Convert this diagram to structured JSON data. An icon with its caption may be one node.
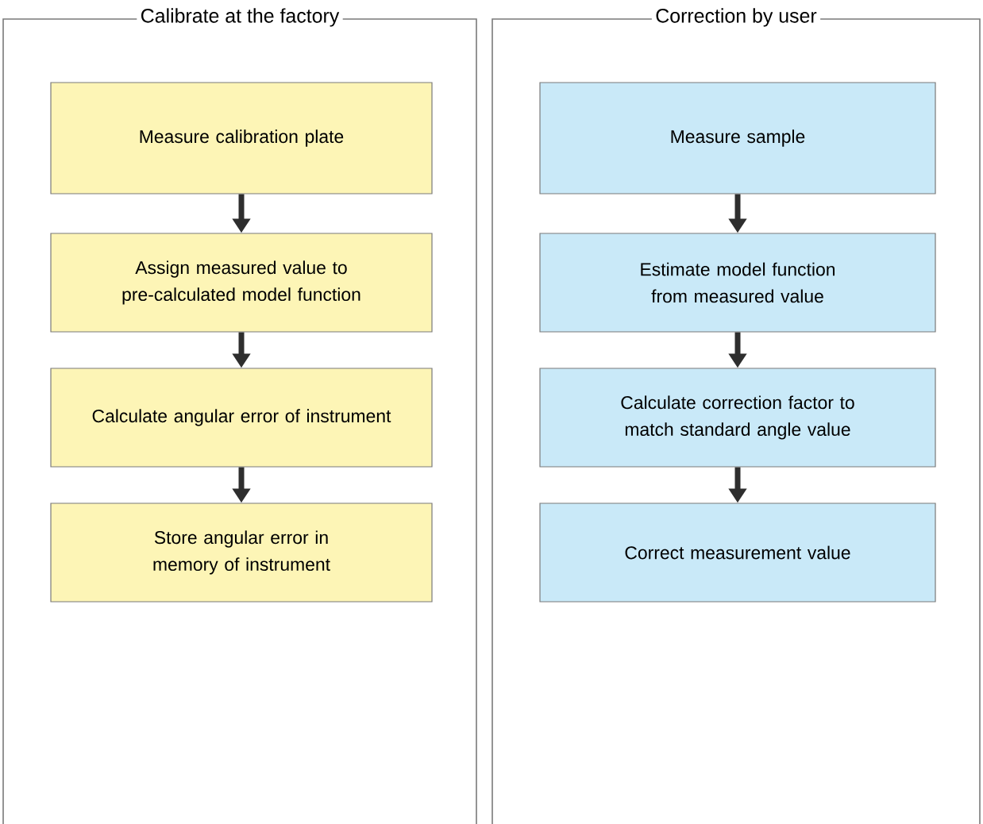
{
  "diagram": {
    "nodes": [
      {
        "text": [
          "Calibrate at the factory"
        ]
      },
      {
        "text": [
          "Measure calibration plate"
        ],
        "in": 0
      },
      {
        "text": [
          "Assign measured value to pre-calculated model function"
        ],
        "in": 0
      },
      {
        "text": [
          "Calculate angular error of instrument"
        ],
        "in": 0
      },
      {
        "text": [
          "Store angular error in memory of instrument"
        ],
        "in": 0
      },
      {
        "text": [
          "Correction by user"
        ]
      },
      {
        "text": [
          "Measure sample"
        ],
        "in": 5
      },
      {
        "text": [
          "Estimate model function from measured value"
        ],
        "in": 5
      },
      {
        "text": [
          "Calculate correction factor to match standard angle value"
        ],
        "in": 5
      },
      {
        "text": [
          "Correct measurement value"
        ],
        "in": 5
      }
    ],
    "edges": [
      {
        "from": 1,
        "to": 2,
        "arrow": "to"
      },
      {
        "from": 2,
        "to": 3,
        "arrow": "to"
      },
      {
        "from": 3,
        "to": 4,
        "arrow": "to"
      },
      {
        "from": 6,
        "to": 7,
        "arrow": "to"
      },
      {
        "from": 7,
        "to": 8,
        "arrow": "to"
      },
      {
        "from": 8,
        "to": 9,
        "arrow": "to"
      }
    ]
  }
}
